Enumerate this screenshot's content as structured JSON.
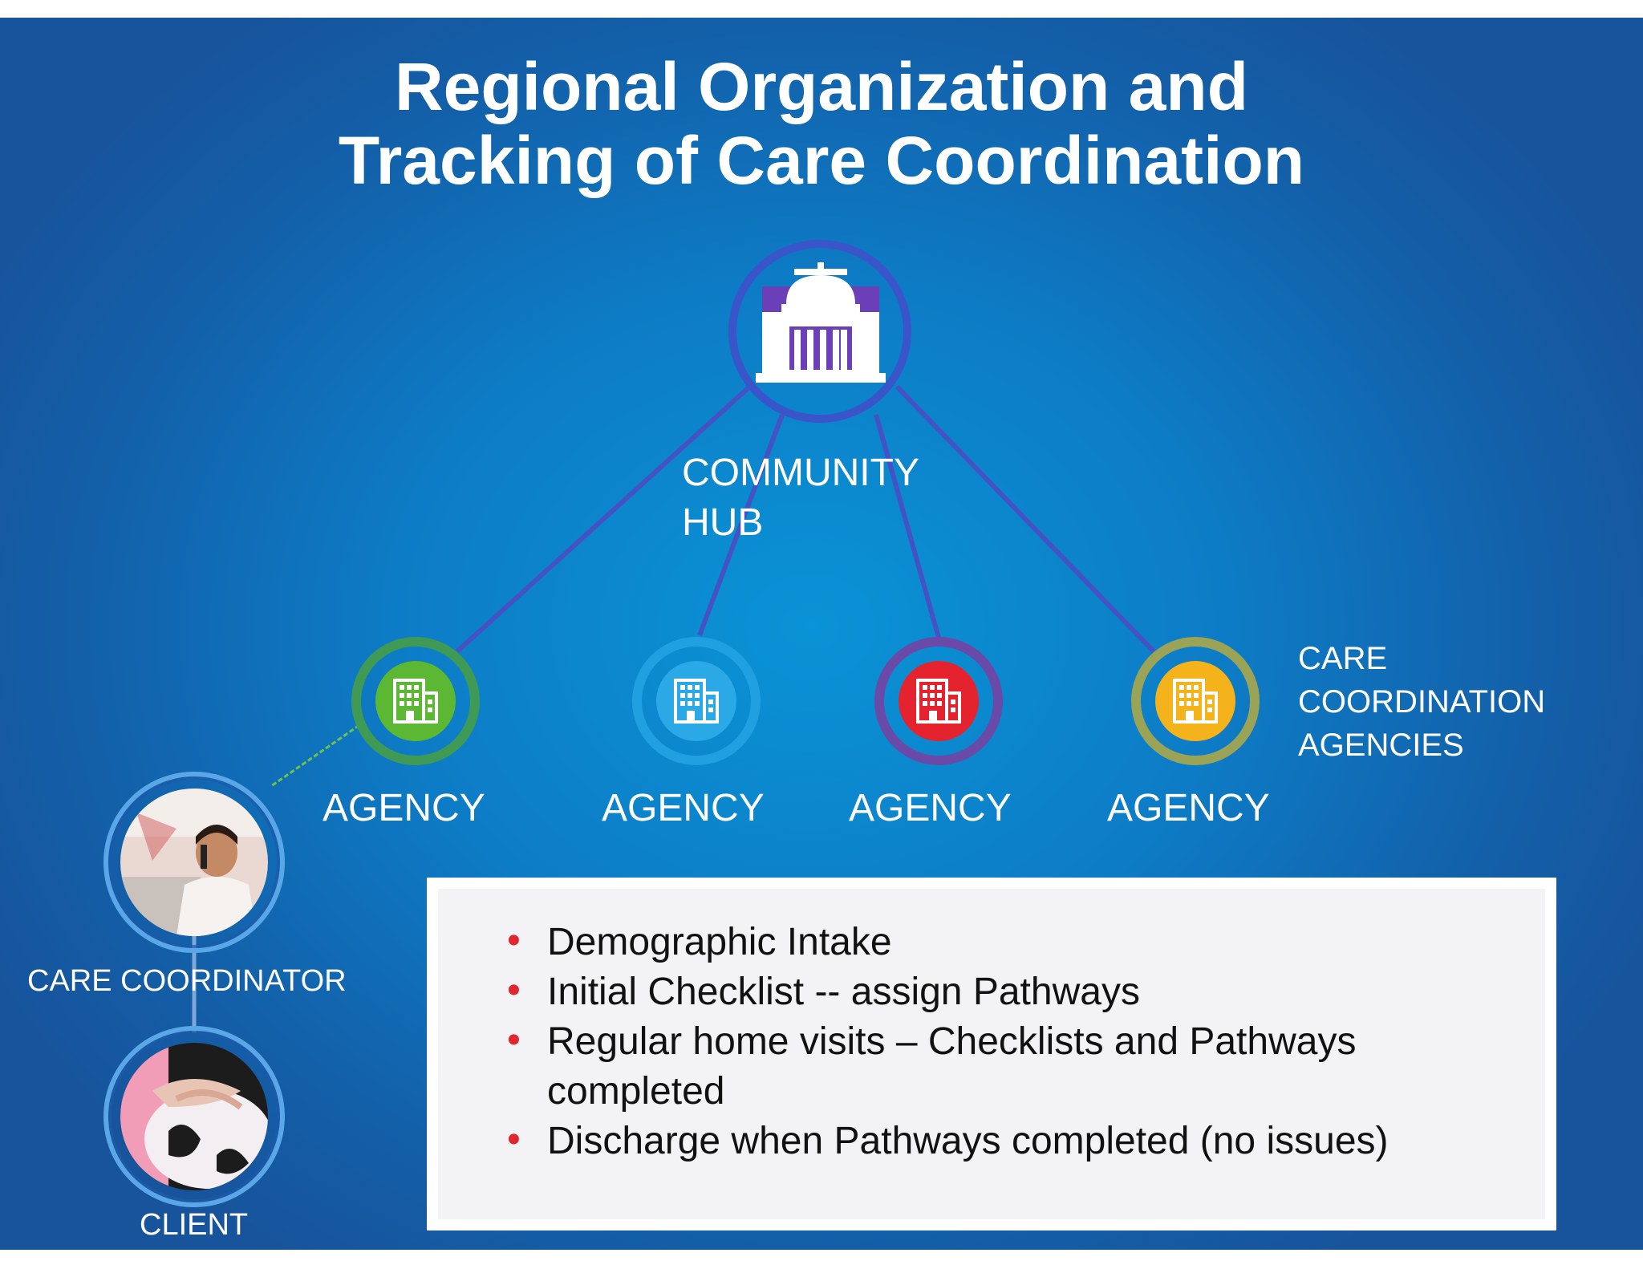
{
  "title": {
    "line1": "Regional Organization and",
    "line2": "Tracking of Care Coordination"
  },
  "hub": {
    "label_line1": "COMMUNITY",
    "label_line2": "HUB",
    "icon": "capitol-building-icon",
    "color": "#6b3fb8"
  },
  "agencies_label": {
    "line1": "CARE",
    "line2": "COORDINATION",
    "line3": "AGENCIES"
  },
  "agencies": [
    {
      "label": "AGENCY",
      "color": "#5cb832",
      "ring_color": "#3f9a56",
      "icon": "office-building-icon"
    },
    {
      "label": "AGENCY",
      "color": "#2aa9e6",
      "ring_color": "#20a0e0",
      "icon": "office-building-icon"
    },
    {
      "label": "AGENCY",
      "color": "#e4232e",
      "ring_color": "#6a4aa8",
      "icon": "office-building-icon"
    },
    {
      "label": "AGENCY",
      "color": "#f5b31b",
      "ring_color": "#9aa356",
      "icon": "office-building-icon"
    }
  ],
  "care_coordinator": {
    "label": "CARE COORDINATOR",
    "icon": "person-on-phone-photo"
  },
  "client": {
    "label": "CLIENT",
    "icon": "pregnant-client-photo"
  },
  "steps": [
    {
      "text": "Demographic Intake"
    },
    {
      "text": "Initial Checklist -- assign Pathways"
    },
    {
      "text": "Regular home visits – Checklists and Pathways completed"
    },
    {
      "text": "Discharge when Pathways completed (no issues)"
    }
  ],
  "colors": {
    "bullet": "#e0262e",
    "connector": "#4552c4",
    "coordinator_link": "#72c04c"
  }
}
